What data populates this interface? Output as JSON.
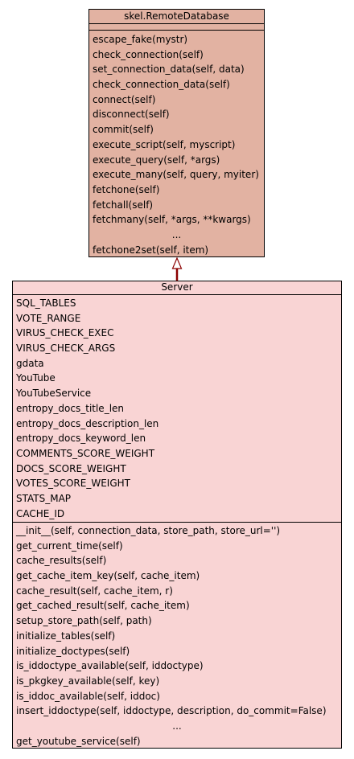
{
  "base_class": {
    "name": "skel.RemoteDatabase",
    "attributes": [],
    "methods": [
      "escape_fake(mystr)",
      "check_connection(self)",
      "set_connection_data(self, data)",
      "check_connection_data(self)",
      "connect(self)",
      "disconnect(self)",
      "commit(self)",
      "execute_script(self, myscript)",
      "execute_query(self, *args)",
      "execute_many(self, query, myiter)",
      "fetchone(self)",
      "fetchall(self)",
      "fetchmany(self, *args, **kwargs)",
      "...",
      "fetchone2set(self, item)"
    ]
  },
  "derived_class": {
    "name": "Server",
    "attributes": [
      "SQL_TABLES",
      "VOTE_RANGE",
      "VIRUS_CHECK_EXEC",
      "VIRUS_CHECK_ARGS",
      "gdata",
      "YouTube",
      "YouTubeService",
      "entropy_docs_title_len",
      "entropy_docs_description_len",
      "entropy_docs_keyword_len",
      "COMMENTS_SCORE_WEIGHT",
      "DOCS_SCORE_WEIGHT",
      "VOTES_SCORE_WEIGHT",
      "STATS_MAP",
      "CACHE_ID"
    ],
    "methods": [
      "__init__(self, connection_data, store_path, store_url='')",
      "get_current_time(self)",
      "cache_results(self)",
      "get_cache_item_key(self, cache_item)",
      "cache_result(self, cache_item, r)",
      "get_cached_result(self, cache_item)",
      "setup_store_path(self, path)",
      "initialize_tables(self)",
      "initialize_doctypes(self)",
      "is_iddoctype_available(self, iddoctype)",
      "is_pkgkey_available(self, key)",
      "is_iddoc_available(self, iddoc)",
      "insert_iddoctype(self, iddoctype, description, do_commit=False)",
      "...",
      "get_youtube_service(self)"
    ]
  },
  "relation": {
    "type": "inheritance",
    "from": "Server",
    "to": "skel.RemoteDatabase",
    "color": "#8b0000"
  },
  "colors": {
    "base_fill": "#e2b2a2",
    "derived_fill": "#f9d4d4"
  }
}
